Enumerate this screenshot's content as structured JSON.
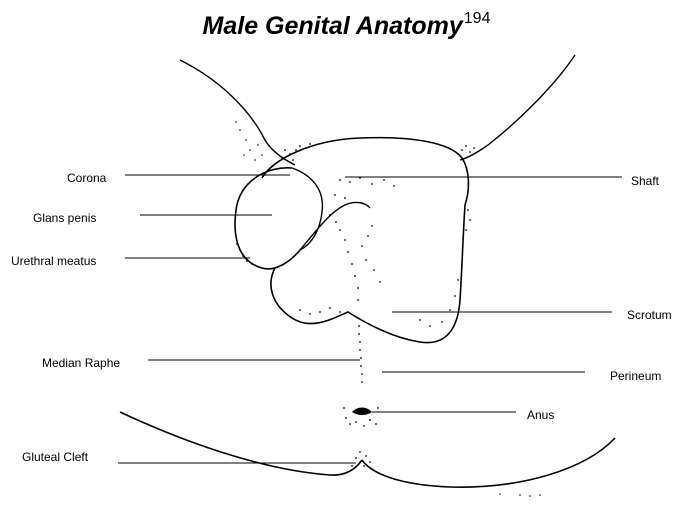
{
  "title": {
    "text": "Male Genital Anatomy",
    "citation": "194"
  },
  "labels": {
    "corona": "Corona",
    "glans_penis": "Glans penis",
    "urethral_meatus": "Urethral meatus",
    "median_raphe": "Median Raphe",
    "gluteal_cleft": "Gluteal Cleft",
    "shaft": "Shaft",
    "scrotum": "Scrotum",
    "perineum": "Perineum",
    "anus": "Anus"
  },
  "colors": {
    "ink": "#000000",
    "background": "#ffffff"
  }
}
